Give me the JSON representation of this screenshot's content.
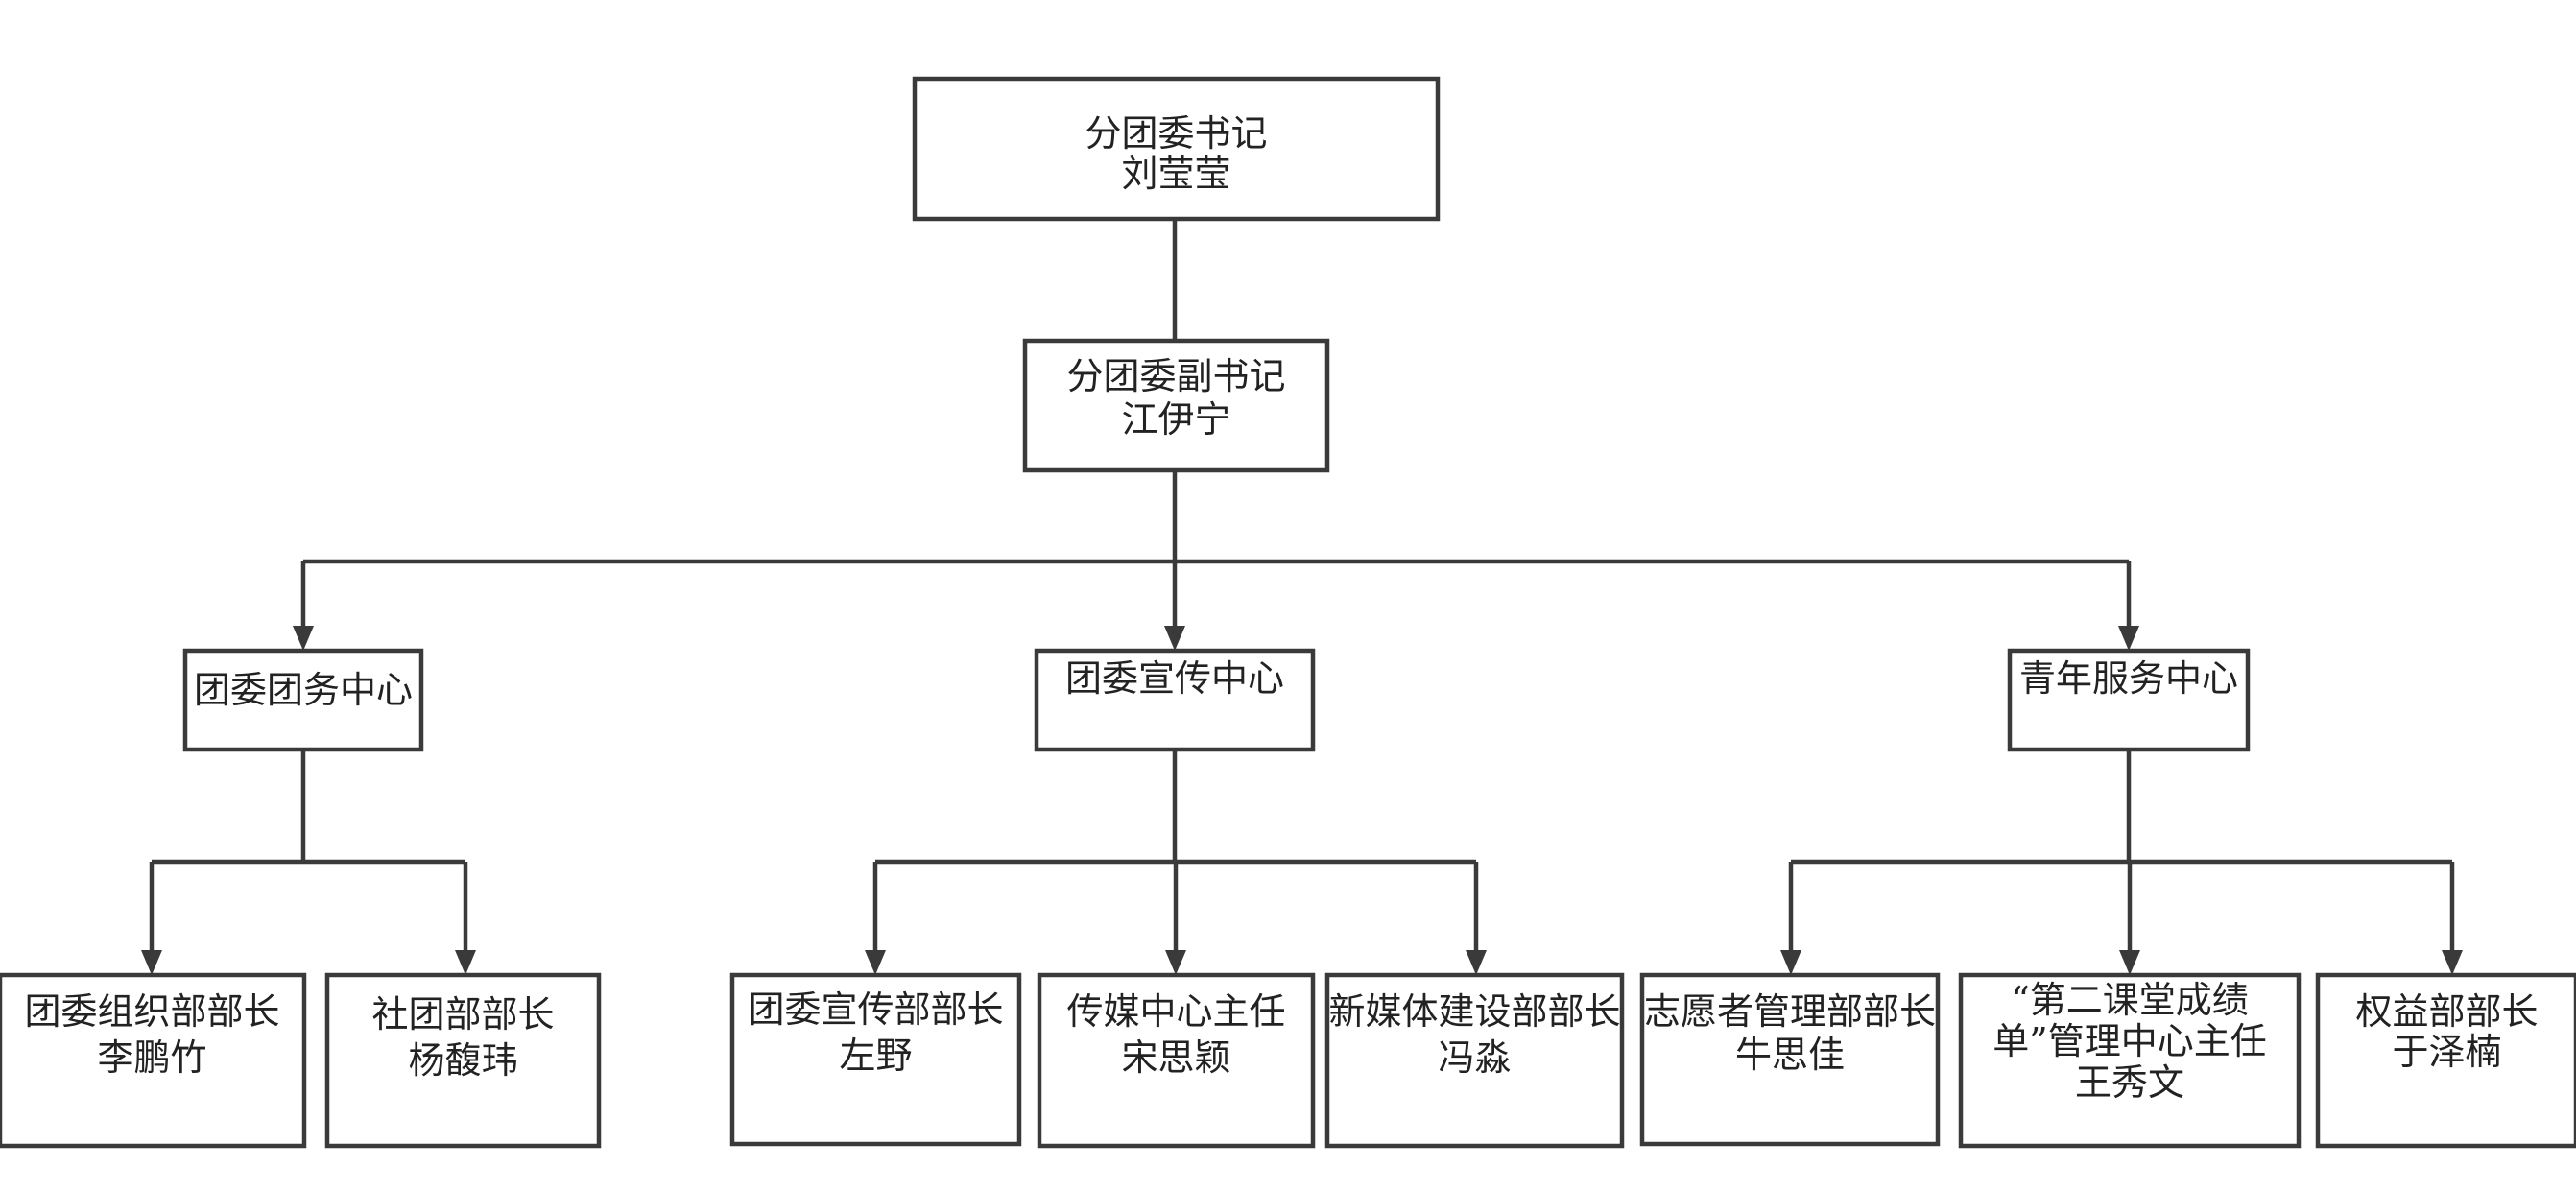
{
  "diagram": {
    "type": "org-chart",
    "colors": {
      "line": "#3a3a3a",
      "box_fill": "#ffffff",
      "text": "#222222"
    },
    "nodes": [
      {
        "id": "secretary",
        "lines": [
          "分团委书记",
          "刘莹莹"
        ]
      },
      {
        "id": "deputy-secretary",
        "lines": [
          "分团委副书记",
          "江伊宁"
        ]
      },
      {
        "id": "league-affairs-center",
        "lines": [
          "团委团务中心"
        ]
      },
      {
        "id": "publicity-center",
        "lines": [
          "团委宣传中心"
        ]
      },
      {
        "id": "youth-service-center",
        "lines": [
          "青年服务中心"
        ]
      },
      {
        "id": "organization-dept-head",
        "lines": [
          "团委组织部部长",
          "李鹏竹"
        ]
      },
      {
        "id": "club-dept-head",
        "lines": [
          "社团部部长",
          "杨馥玮"
        ]
      },
      {
        "id": "publicity-dept-head",
        "lines": [
          "团委宣传部部长",
          "左野"
        ]
      },
      {
        "id": "media-center-director",
        "lines": [
          "传媒中心主任",
          "宋思颖"
        ]
      },
      {
        "id": "new-media-dept-head",
        "lines": [
          "新媒体建设部部长",
          "冯淼"
        ]
      },
      {
        "id": "volunteer-dept-head",
        "lines": [
          "志愿者管理部部长",
          "牛思佳"
        ]
      },
      {
        "id": "second-classroom-director",
        "lines": [
          "“第二课堂成绩",
          "单”管理中心主任",
          "王秀文"
        ]
      },
      {
        "id": "rights-dept-head",
        "lines": [
          "权益部部长",
          "于泽楠"
        ]
      }
    ],
    "edges": [
      {
        "from": "secretary",
        "to": "deputy-secretary",
        "arrow": false
      },
      {
        "from": "deputy-secretary",
        "to": "league-affairs-center",
        "arrow": true
      },
      {
        "from": "deputy-secretary",
        "to": "publicity-center",
        "arrow": true
      },
      {
        "from": "deputy-secretary",
        "to": "youth-service-center",
        "arrow": true
      },
      {
        "from": "league-affairs-center",
        "to": "organization-dept-head",
        "arrow": true
      },
      {
        "from": "league-affairs-center",
        "to": "club-dept-head",
        "arrow": true
      },
      {
        "from": "publicity-center",
        "to": "publicity-dept-head",
        "arrow": true
      },
      {
        "from": "publicity-center",
        "to": "media-center-director",
        "arrow": true
      },
      {
        "from": "publicity-center",
        "to": "new-media-dept-head",
        "arrow": true
      },
      {
        "from": "youth-service-center",
        "to": "volunteer-dept-head",
        "arrow": true
      },
      {
        "from": "youth-service-center",
        "to": "second-classroom-director",
        "arrow": true
      },
      {
        "from": "youth-service-center",
        "to": "rights-dept-head",
        "arrow": true
      }
    ]
  }
}
